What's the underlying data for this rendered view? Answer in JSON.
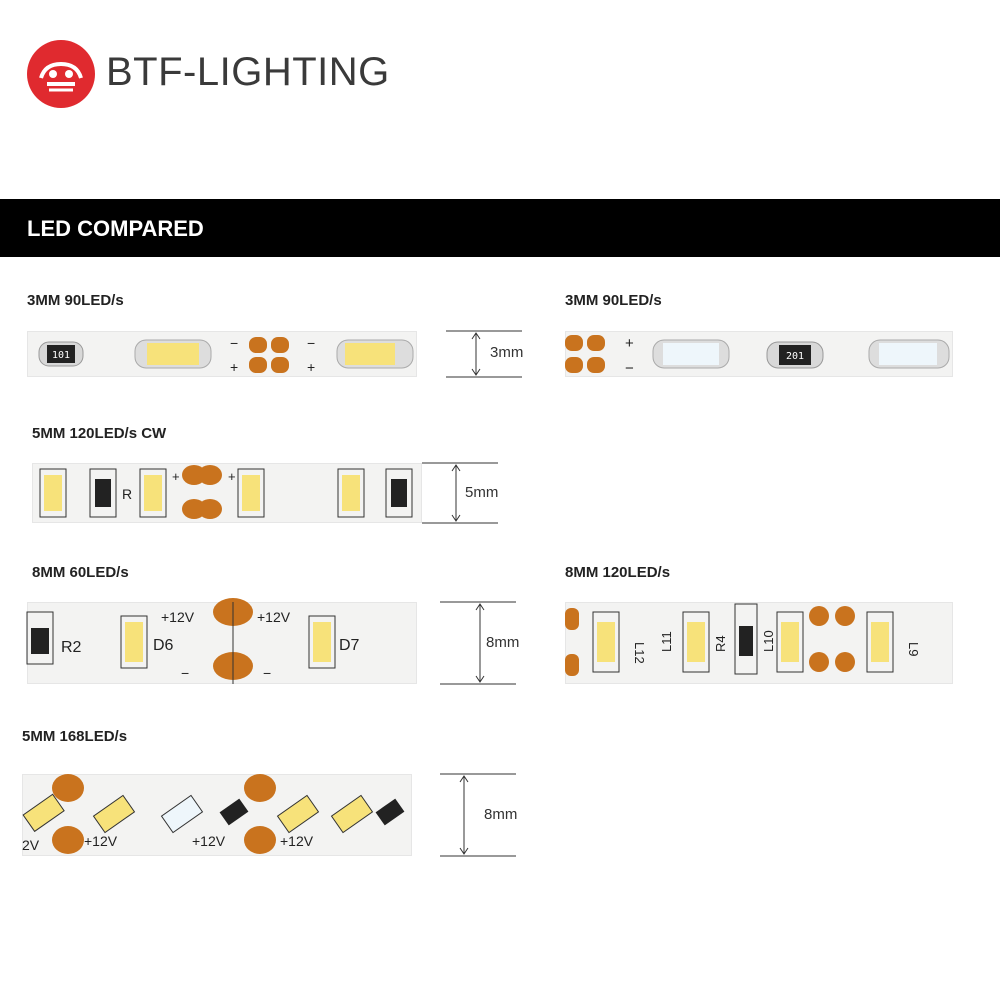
{
  "brand": {
    "name": "BTF-LIGHTING"
  },
  "banner": {
    "title": "LED COMPARED"
  },
  "strips": [
    {
      "label": "3MM 90LED/s",
      "dimension": "3mm"
    },
    {
      "label": "3MM 90LED/s"
    },
    {
      "label": "5MM 120LED/s CW",
      "dimension": "5mm"
    },
    {
      "label": "8MM 60LED/s",
      "dimension": "8mm"
    },
    {
      "label": "8MM 120LED/s"
    },
    {
      "label": "5MM 168LED/s",
      "dimension": "8mm"
    }
  ],
  "pcb": {
    "r101": "101",
    "r201": "201",
    "r": "R",
    "r2": "R2",
    "r4": "R4",
    "d6": "D6",
    "d7": "D7",
    "l12": "L12",
    "l11": "L11",
    "l10": "L10",
    "l9": "L9",
    "plus12v": "+12V",
    "v2": "2V",
    "plus": "+",
    "minus": "−"
  },
  "colors": {
    "brand_red": "#e02a2f",
    "pad_copper": "#c9731e",
    "led_yellow": "#f7e27a",
    "led_cool": "#eef6fb"
  }
}
